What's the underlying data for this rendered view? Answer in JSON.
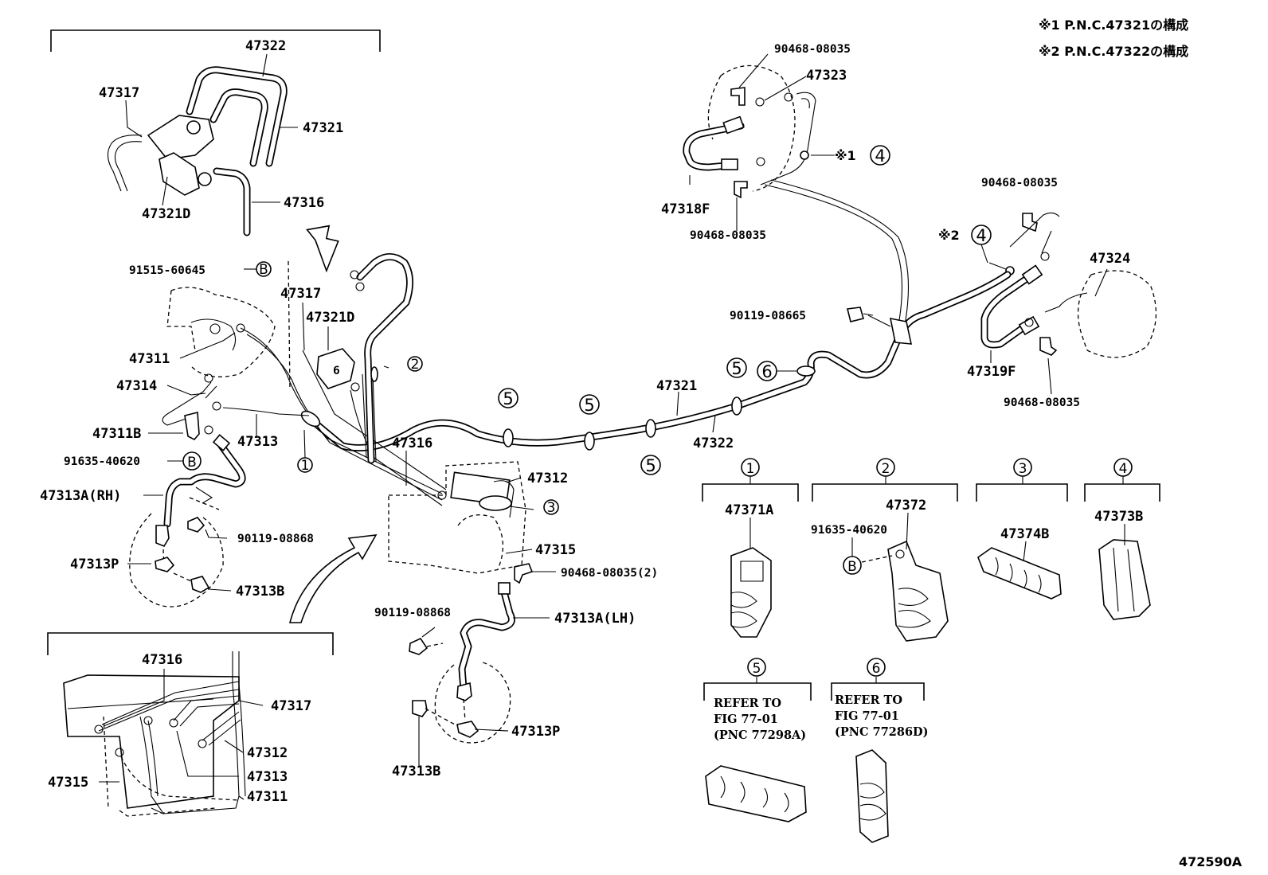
{
  "notes": {
    "note1": "※1 P.N.C.47321の構成",
    "note2": "※2 P.N.C.47322の構成"
  },
  "diagram_id": "472590A",
  "markers": {
    "b": "B",
    "note1_marker": "※1",
    "note2_marker": "※2",
    "c1": "1",
    "c2": "2",
    "c3": "3",
    "c4": "4",
    "c5": "5",
    "c6": "6"
  },
  "part_numbers": {
    "p47322_top": "47322",
    "p47317_top": "47317",
    "p47321_top": "47321",
    "p47316_top": "47316",
    "p47321D_top": "47321D",
    "p91515": "91515-60645",
    "p47317_mid": "47317",
    "p47321D_mid": "47321D",
    "p47311": "47311",
    "p47314": "47314",
    "p47311B": "47311B",
    "p47313": "47313",
    "p91635_left": "91635-40620",
    "p47313A_RH": "47313A(RH)",
    "p90119_08868_left": "90119-08868",
    "p47313P_left": "47313P",
    "p47313B_left": "47313B",
    "p47316_mid": "47316",
    "p47312_mid": "47312",
    "p47315_mid": "47315",
    "p90468_2": "90468-08035(2)",
    "p90119_08868_bottom": "90119-08868",
    "p47313A_LH": "47313A(LH)",
    "p47313P_bottom": "47313P",
    "p47313B_bottom": "47313B",
    "p47316_inset": "47316",
    "p47317_inset": "47317",
    "p47312_inset": "47312",
    "p47313_inset": "47313",
    "p47315_inset": "47315",
    "p47311_inset": "47311",
    "p90468_tl": "90468-08035",
    "p47323": "47323",
    "p47318F": "47318F",
    "p90468_tb": "90468-08035",
    "p90468_right_top": "90468-08035",
    "p47324": "47324",
    "p90119_08665": "90119-08665",
    "p47319F": "47319F",
    "p90468_right_bottom": "90468-08035",
    "p47321_main": "47321",
    "p47322_main": "47322",
    "p47371A": "47371A",
    "p91635_clip": "91635-40620",
    "p47372": "47372",
    "p47374B": "47374B",
    "p47373B": "47373B"
  },
  "refer": {
    "r5_line1": "REFER TO",
    "r5_line2": "FIG 77-01",
    "r5_line3": "(PNC 77298A)",
    "r6_line1": "REFER TO",
    "r6_line2": "FIG 77-01",
    "r6_line3": "(PNC 77286D)"
  }
}
